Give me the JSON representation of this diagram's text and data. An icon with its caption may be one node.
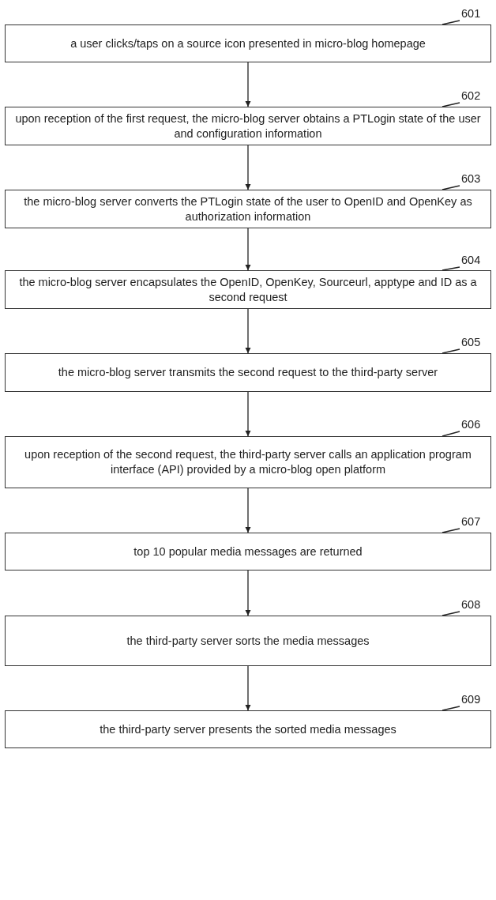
{
  "diagram": {
    "nodes": [
      {
        "text": [
          "601"
        ]
      },
      {
        "text": [
          "a user clicks/taps on a source icon presented in micro-blog homepage"
        ]
      },
      {
        "text": [
          "602"
        ]
      },
      {
        "text": [
          "upon reception of the first request, the micro-blog server obtains a PTLogin state of the user and configuration information"
        ]
      },
      {
        "text": [
          "603"
        ]
      },
      {
        "text": [
          "the micro-blog server converts the PTLogin state of the user to OpenID and OpenKey as authorization information"
        ]
      },
      {
        "text": [
          "604"
        ]
      },
      {
        "text": [
          "the micro-blog server encapsulates the OpenID, OpenKey, Sourceurl, apptype and ID as a second request"
        ]
      },
      {
        "text": [
          "605"
        ]
      },
      {
        "text": [
          "the micro-blog server transmits the second request to the third-party server"
        ]
      },
      {
        "text": [
          "606"
        ]
      },
      {
        "text": [
          "upon reception of the second request, the third-party server calls an application program interface (API) provided by a micro-blog open platform"
        ]
      },
      {
        "text": [
          "607"
        ]
      },
      {
        "text": [
          "top 10 popular media messages are returned"
        ]
      },
      {
        "text": [
          "608"
        ]
      },
      {
        "text": [
          "the third-party server sorts the media messages"
        ]
      },
      {
        "text": [
          "609"
        ]
      },
      {
        "text": [
          "the third-party server presents the sorted media messages"
        ]
      }
    ],
    "edges": [
      {
        "from": 0,
        "to": 1,
        "arrow": "none"
      },
      {
        "from": 2,
        "to": 3,
        "arrow": "none"
      },
      {
        "from": 4,
        "to": 5,
        "arrow": "none"
      },
      {
        "from": 6,
        "to": 7,
        "arrow": "none"
      },
      {
        "from": 8,
        "to": 9,
        "arrow": "none"
      },
      {
        "from": 10,
        "to": 11,
        "arrow": "none"
      },
      {
        "from": 12,
        "to": 13,
        "arrow": "none"
      },
      {
        "from": 14,
        "to": 15,
        "arrow": "none"
      },
      {
        "from": 16,
        "to": 17,
        "arrow": "none"
      },
      {
        "from": 1,
        "to": 3,
        "arrow": "to"
      },
      {
        "from": 3,
        "to": 5,
        "arrow": "to"
      },
      {
        "from": 5,
        "to": 7,
        "arrow": "to"
      },
      {
        "from": 7,
        "to": 9,
        "arrow": "to"
      },
      {
        "from": 9,
        "to": 11,
        "arrow": "to"
      },
      {
        "from": 11,
        "to": 13,
        "arrow": "to"
      },
      {
        "from": 13,
        "to": 15,
        "arrow": "to"
      },
      {
        "from": 15,
        "to": 17,
        "arrow": "to"
      }
    ]
  }
}
